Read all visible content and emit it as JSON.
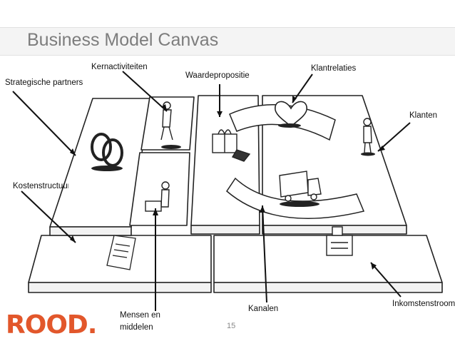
{
  "slide": {
    "title": "Business Model Canvas",
    "page_number": "15"
  },
  "labels": {
    "kernactiviteiten": "Kernactiviteiten",
    "waardepropositie": "Waardepropositie",
    "klantrelaties": "Klantrelaties",
    "strategische_partners": "Strategische partners",
    "klanten": "Klanten",
    "kostenstructuur": "Kostenstructuur",
    "kanalen": "Kanalen",
    "mensen_en_middelen_line1": "Mensen en",
    "mensen_en_middelen_line2": "middelen",
    "inkomstenstroom": "Inkomstenstroom"
  },
  "logo": {
    "text": "ROOD.",
    "color": "#e2572b"
  },
  "colors": {
    "title_text": "#7d7d7d",
    "title_band": "#f4f4f4",
    "sketch_line": "#222222"
  }
}
